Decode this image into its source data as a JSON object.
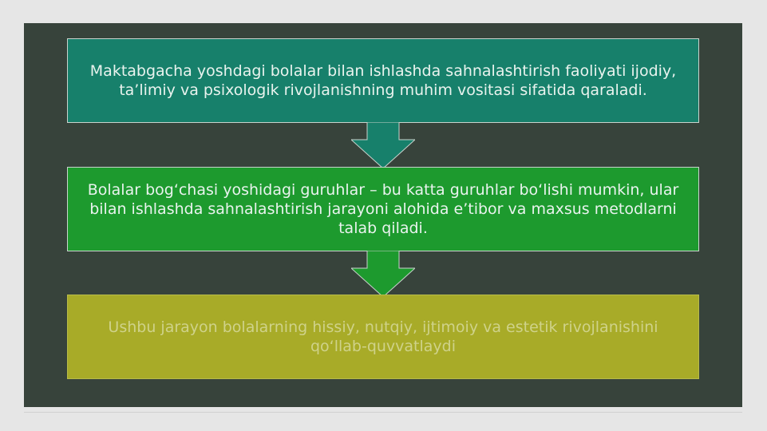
{
  "slide": {
    "boxes": [
      {
        "text": "Maktabgacha yoshdagi bolalar bilan ishlashda sahnalashtirish faoliyati ijodiy, ta’limiy va psixologik rivojlanishning muhim vositasi sifatida qaraladi."
      },
      {
        "text": "Bolalar bog‘chasi yoshidagi guruhlar – bu katta guruhlar bo‘lishi mumkin, ular bilan ishlashda sahnalashtirish jarayoni alohida e’tibor va maxsus metodlarni talab qiladi."
      },
      {
        "text": "Ushbu jarayon bolalarning hissiy, nutqiy, ijtimoiy va estetik rivojlanishini qo‘llab-quvvatlaydi"
      }
    ],
    "colors": {
      "background": "#37433b",
      "box1": "#17806b",
      "box2": "#1d9a2e",
      "box3": "#a8ab28"
    }
  }
}
